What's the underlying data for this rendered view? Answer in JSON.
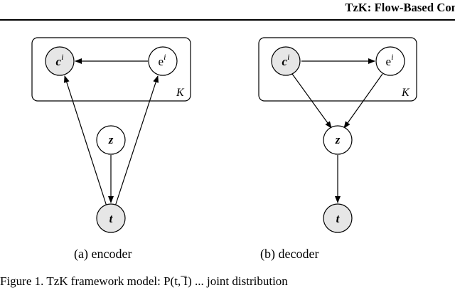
{
  "header": {
    "running_title": "TzK: Flow-Based Con"
  },
  "subfigures": [
    {
      "caption": "(a) encoder",
      "plate_label": "K",
      "nodes": {
        "c": {
          "symbol": "c",
          "superscript": "i",
          "observed": true
        },
        "e": {
          "symbol": "e",
          "superscript": "i",
          "observed": false
        },
        "z": {
          "symbol": "z",
          "observed": false
        },
        "t": {
          "symbol": "t",
          "observed": true
        }
      },
      "edges": [
        {
          "from": "e",
          "to": "c"
        },
        {
          "from": "t",
          "to": "c"
        },
        {
          "from": "t",
          "to": "e"
        },
        {
          "from": "z",
          "to": "t"
        }
      ]
    },
    {
      "caption": "(b) decoder",
      "plate_label": "K",
      "nodes": {
        "c": {
          "symbol": "c",
          "superscript": "i",
          "observed": true
        },
        "e": {
          "symbol": "e",
          "superscript": "i",
          "observed": false
        },
        "z": {
          "symbol": "z",
          "observed": false
        },
        "t": {
          "symbol": "t",
          "observed": true
        }
      },
      "edges": [
        {
          "from": "c",
          "to": "e"
        },
        {
          "from": "c",
          "to": "z"
        },
        {
          "from": "e",
          "to": "z"
        },
        {
          "from": "z",
          "to": "t"
        }
      ]
    }
  ],
  "figure_caption": {
    "text": "Figure 1. TzK framework model: P(t, ̅I) ... joint distribution"
  },
  "colors": {
    "observed_fill": "#e6e6e6",
    "latent_fill": "#ffffff",
    "stroke": "#000000"
  }
}
